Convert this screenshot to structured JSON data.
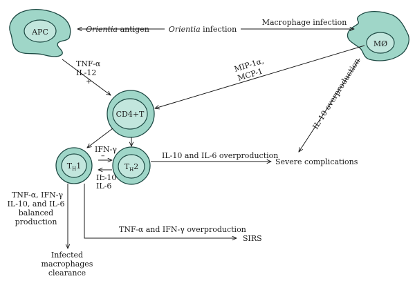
{
  "cells": {
    "apc": "APC",
    "macrophage": "MØ",
    "cd4": "CD4+T",
    "th1_main": "T",
    "th1_sub": "H",
    "th1_num": "1",
    "th2_main": "T",
    "th2_sub": "H",
    "th2_num": "2"
  },
  "labels": {
    "orientia_antigen_italic": "Orientia",
    "orientia_antigen_rest": " antigen",
    "orientia_infection_italic": "Orientia",
    "orientia_infection_rest": " infection",
    "macrophage_infection": "Macrophage infection",
    "tnf_alpha": "TNF-α",
    "il12": "IL-12",
    "plus": "+",
    "mip1a": "MIP-1α,",
    "mcp1": "MCP-1",
    "il10_overproduction": "IL-10 overproduction",
    "ifn_gamma": "IFN-γ",
    "minus_top": "–",
    "minus_bottom": "–",
    "il10": "IL-10",
    "il6": "IL-6",
    "il10_il6_overproduction": "IL-10 and IL-6 overproduction",
    "severe_complications": "Severe complications",
    "balanced_line1": "TNF-α, IFN-γ",
    "balanced_line2": "IL-10, and IL-6",
    "balanced_line3": "balanced",
    "balanced_line4": "production",
    "tnf_ifn_overproduction": "TNF-α and IFN-γ overproduction",
    "sirs": "SIRS",
    "clearance_line1": "Infected",
    "clearance_line2": "macrophages",
    "clearance_line3": "clearance"
  },
  "colors": {
    "cell_fill": "#9fd6c8",
    "cell_stroke": "#1e4a44",
    "arrow": "#1a1a1a"
  }
}
